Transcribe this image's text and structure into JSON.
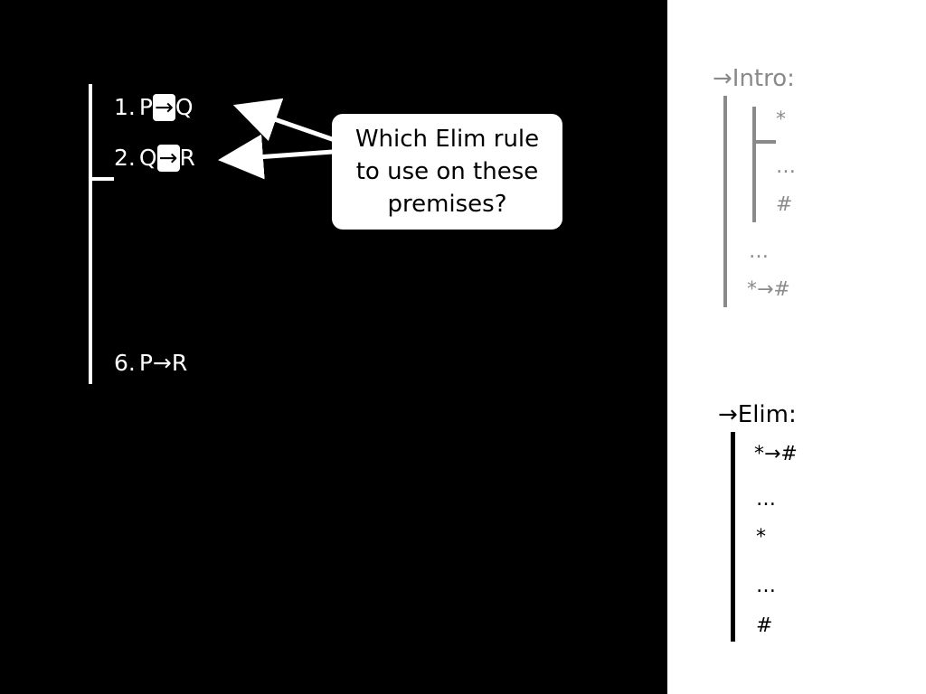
{
  "proof": {
    "line1": {
      "num": "1.",
      "left": "P",
      "connective": "→",
      "right": "Q"
    },
    "line2": {
      "num": "2.",
      "left": "Q",
      "connective": "→",
      "right": "R"
    },
    "line6": {
      "num": "6.",
      "formula": "P→R"
    }
  },
  "callout": {
    "line1": "Which Elim rule",
    "line2": "to use on these",
    "line3": "premises?"
  },
  "intro_rule": {
    "title": "→Intro:",
    "assumption": "*",
    "dots_inner": "…",
    "conclusion_inner": "#",
    "dots_outer": "…",
    "result": "*→#"
  },
  "elim_rule": {
    "title": "→Elim:",
    "conditional": "*→#",
    "dots1": "…",
    "antecedent": "*",
    "dots2": "…",
    "result": "#"
  },
  "colors": {
    "background": "#000000",
    "panel": "#ffffff",
    "intro_gray": "#8a8a8a",
    "text_white": "#ffffff"
  }
}
